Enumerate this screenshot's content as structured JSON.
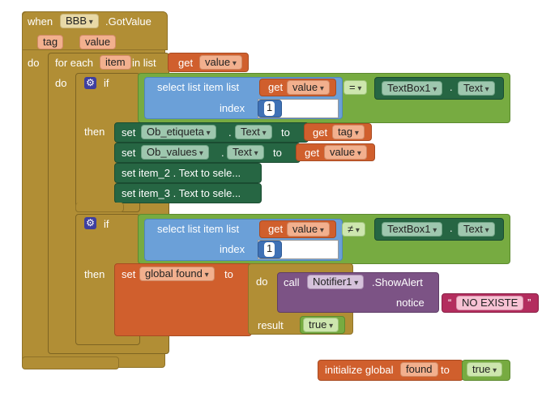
{
  "event": {
    "when_label": "when",
    "component": "BBB",
    "event_name": ".GotValue",
    "params": [
      "tag",
      "value"
    ],
    "do_label": "do"
  },
  "foreach": {
    "label": "for each",
    "var": "item",
    "in_list_label": "in list",
    "get_label": "get",
    "get_var": "value",
    "do_label": "do"
  },
  "if1": {
    "if_label": "if",
    "select_label": "select list item  list",
    "get_label": "get",
    "get_var": "value",
    "index_label": "index",
    "index_value": "1",
    "operator": "=",
    "component": "TextBox1",
    "property": "Text",
    "then_label": "then",
    "set1": {
      "set": "set",
      "component": "Ob_etiqueta",
      "property": "Text",
      "to": "to",
      "get": "get",
      "var": "tag"
    },
    "set2": {
      "set": "set",
      "component": "Ob_values",
      "property": "Text",
      "to": "to",
      "get": "get",
      "var": "value"
    },
    "set3": "set  item_2 . Text  to  sele...",
    "set4": "set  item_3 . Text  to  sele..."
  },
  "if2": {
    "if_label": "if",
    "select_label": "select list item  list",
    "get_label": "get",
    "get_var": "value",
    "index_label": "index",
    "index_value": "1",
    "operator": "≠",
    "component": "TextBox1",
    "property": "Text",
    "then_label": "then",
    "set_label": "set",
    "global_var": "global found",
    "to_label": "to",
    "do_label": "do",
    "call_label": "call",
    "call_component": "Notifier1",
    "call_method": ".ShowAlert",
    "notice_label": "notice",
    "notice_text": "NO EXISTE",
    "result_label": "result",
    "result_value": "true"
  },
  "init": {
    "label": "initialize global",
    "var": "found",
    "to_label": "to",
    "value": "true"
  }
}
